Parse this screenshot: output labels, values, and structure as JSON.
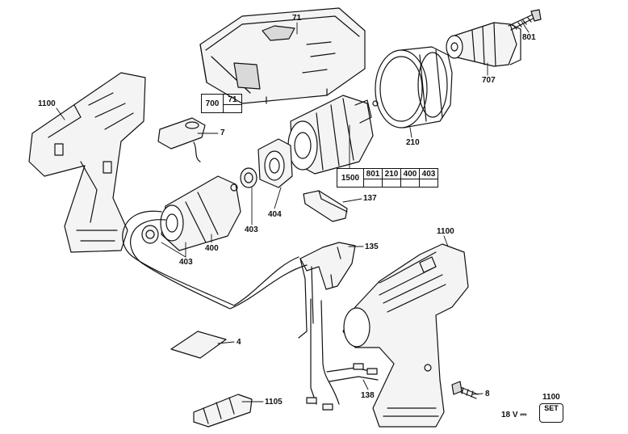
{
  "parts": {
    "p71": "71",
    "p801": "801",
    "p707": "707",
    "p1100_left": "1100",
    "p7": "7",
    "p210": "210",
    "p137": "137",
    "p404": "404",
    "p403_a": "403",
    "p400": "400",
    "p403_b": "403",
    "p135": "135",
    "p1100_right": "1100",
    "p4": "4",
    "p8": "8",
    "p138": "138",
    "p1105": "1105",
    "p1100_set": "1100"
  },
  "box_700": {
    "left": "700",
    "right": "71"
  },
  "box_1500": {
    "cells": [
      "1500",
      "801",
      "210",
      "400",
      "403"
    ]
  },
  "voltage": "18 V",
  "set_label": "SET",
  "colors": {
    "line": "#111111",
    "background": "#ffffff",
    "fill_light": "#f4f4f4",
    "fill_mid": "#d9d9d9"
  }
}
